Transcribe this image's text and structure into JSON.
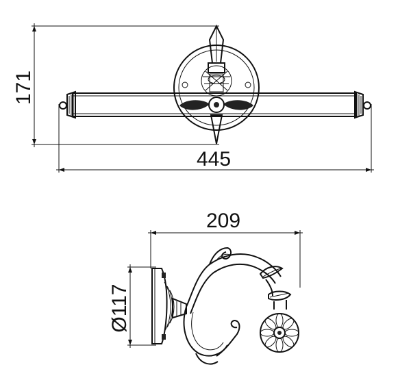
{
  "dimensions": {
    "front_height": "171",
    "front_width": "445",
    "side_depth": "209",
    "side_diameter": "Ø117"
  },
  "colors": {
    "line": "#111111",
    "background": "#ffffff"
  }
}
